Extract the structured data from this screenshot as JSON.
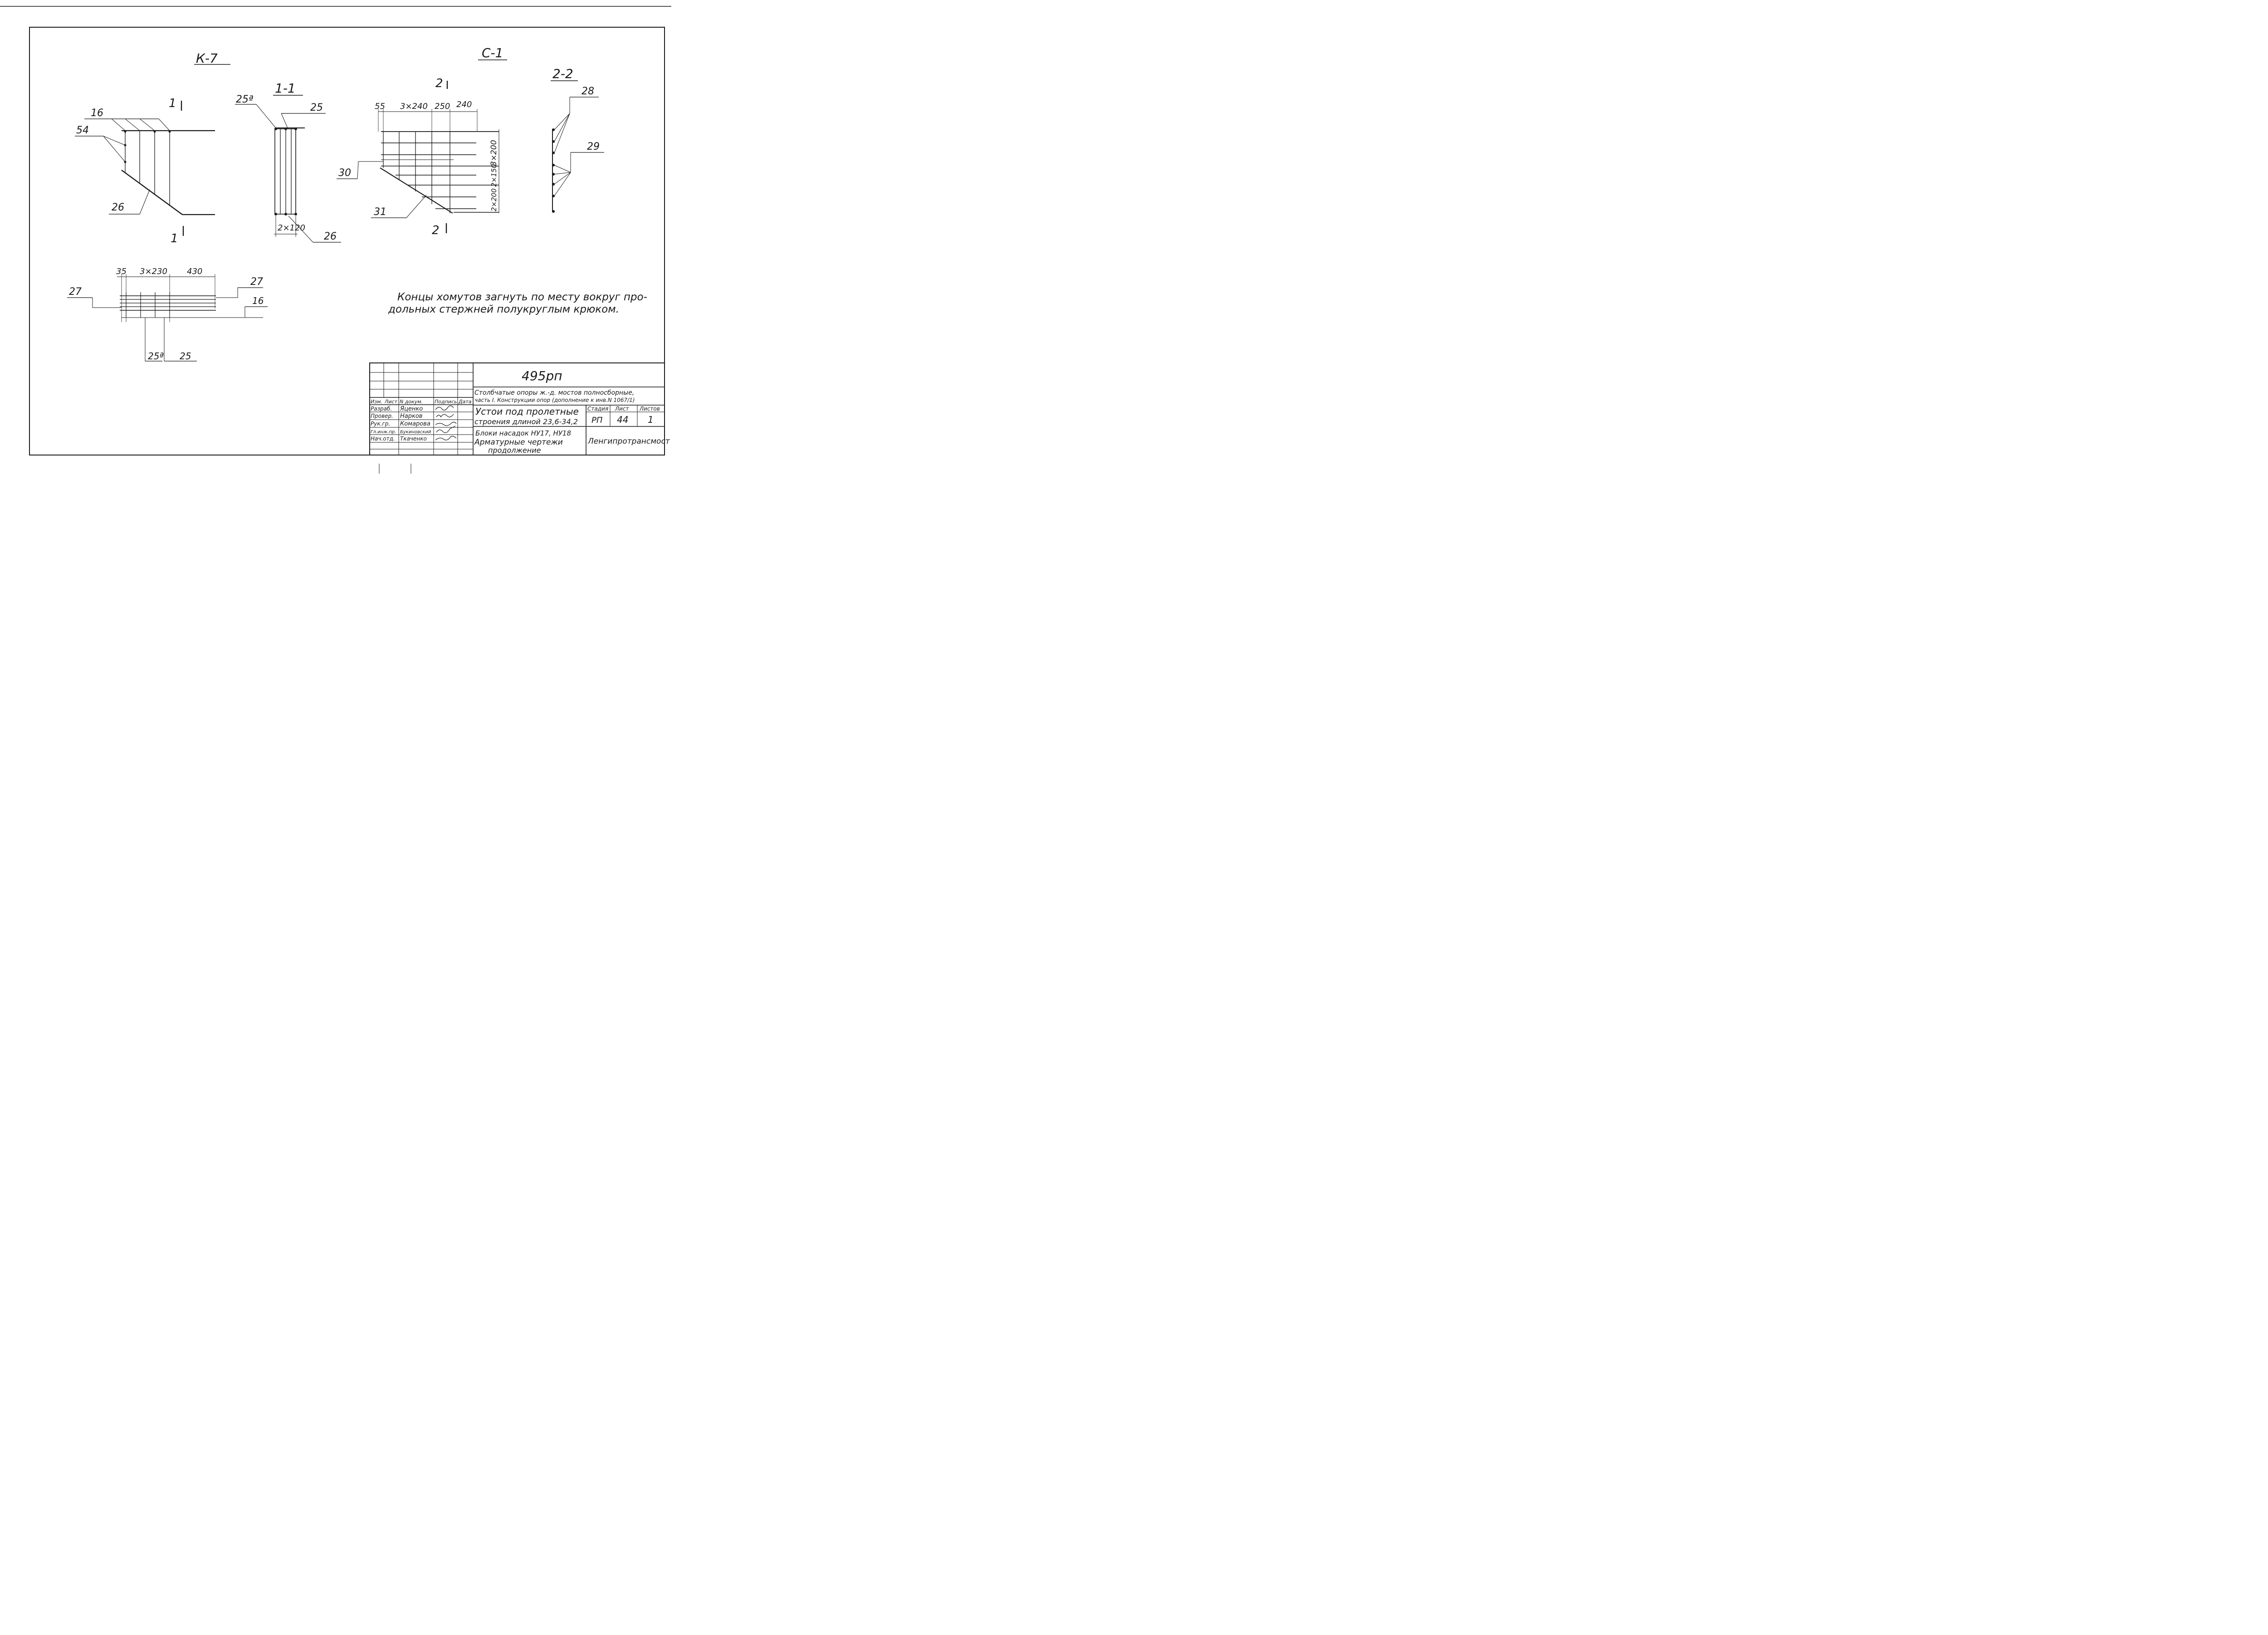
{
  "views": {
    "k7": {
      "title": "К-7",
      "sec_top": "1",
      "sec_bottom": "1",
      "labels": {
        "l16": "16",
        "l54": "54",
        "l26": "26"
      }
    },
    "s11": {
      "title": "1-1",
      "labels": {
        "l25a": "25ª",
        "l25": "25",
        "l26": "26",
        "dim": "2×120"
      }
    },
    "c1": {
      "title": "С-1",
      "sec_top": "2",
      "sec_bottom": "2",
      "dims_top": {
        "d1": "55",
        "d2": "3×240",
        "d3": "250",
        "d4": "240"
      },
      "dims_right": {
        "d1": "3×200",
        "d2": "2×150",
        "d3": "2×200"
      },
      "labels": {
        "l30": "30",
        "l31": "31"
      }
    },
    "s22": {
      "title": "2-2",
      "labels": {
        "l28": "28",
        "l29": "29"
      }
    },
    "plan": {
      "dims": {
        "d1": "35",
        "d2": "3×230",
        "d3": "430"
      },
      "labels": {
        "l27a": "27",
        "l27b": "27",
        "l16": "16",
        "l25a": "25ª",
        "l25": "25"
      }
    }
  },
  "note": {
    "line1": "Концы хомутов загнуть по месту вокруг про-",
    "line2": "дольных стержней полукруглым крюком."
  },
  "stamp": {
    "code": "495рп",
    "header_cols": [
      "Изм.",
      "Лист",
      "N докум.",
      "Подпись",
      "Дата"
    ],
    "rows": [
      {
        "role": "Разраб.",
        "name": "Яценко"
      },
      {
        "role": "Провер.",
        "name": "Нарков"
      },
      {
        "role": "Рук.гр.",
        "name": "Комарова"
      },
      {
        "role": "Гл.инж.пр.",
        "name": "Букиновский"
      },
      {
        "role": "Нач.отд.",
        "name": "Ткаченко"
      }
    ],
    "project_line1": "Столбчатые опоры ж.-д. мостов полносборные,",
    "project_line2": "часть I. Конструкции опор (дополнение к инв.N 1067/1)",
    "title_line1": "Устои под пролетные",
    "title_line2": "строения длиной 23,6-34,2",
    "subtitle_line1": "Блоки насадок НУ17, НУ18",
    "subtitle_line2": "Арматурные чертежи",
    "subtitle_line3": "продолжение",
    "stage_label": "Стадия",
    "sheet_label": "Лист",
    "sheets_label": "Листов",
    "stage_value": "РП",
    "sheet_value": "44",
    "sheets_value": "1",
    "org": "Ленгипротрансмост"
  }
}
